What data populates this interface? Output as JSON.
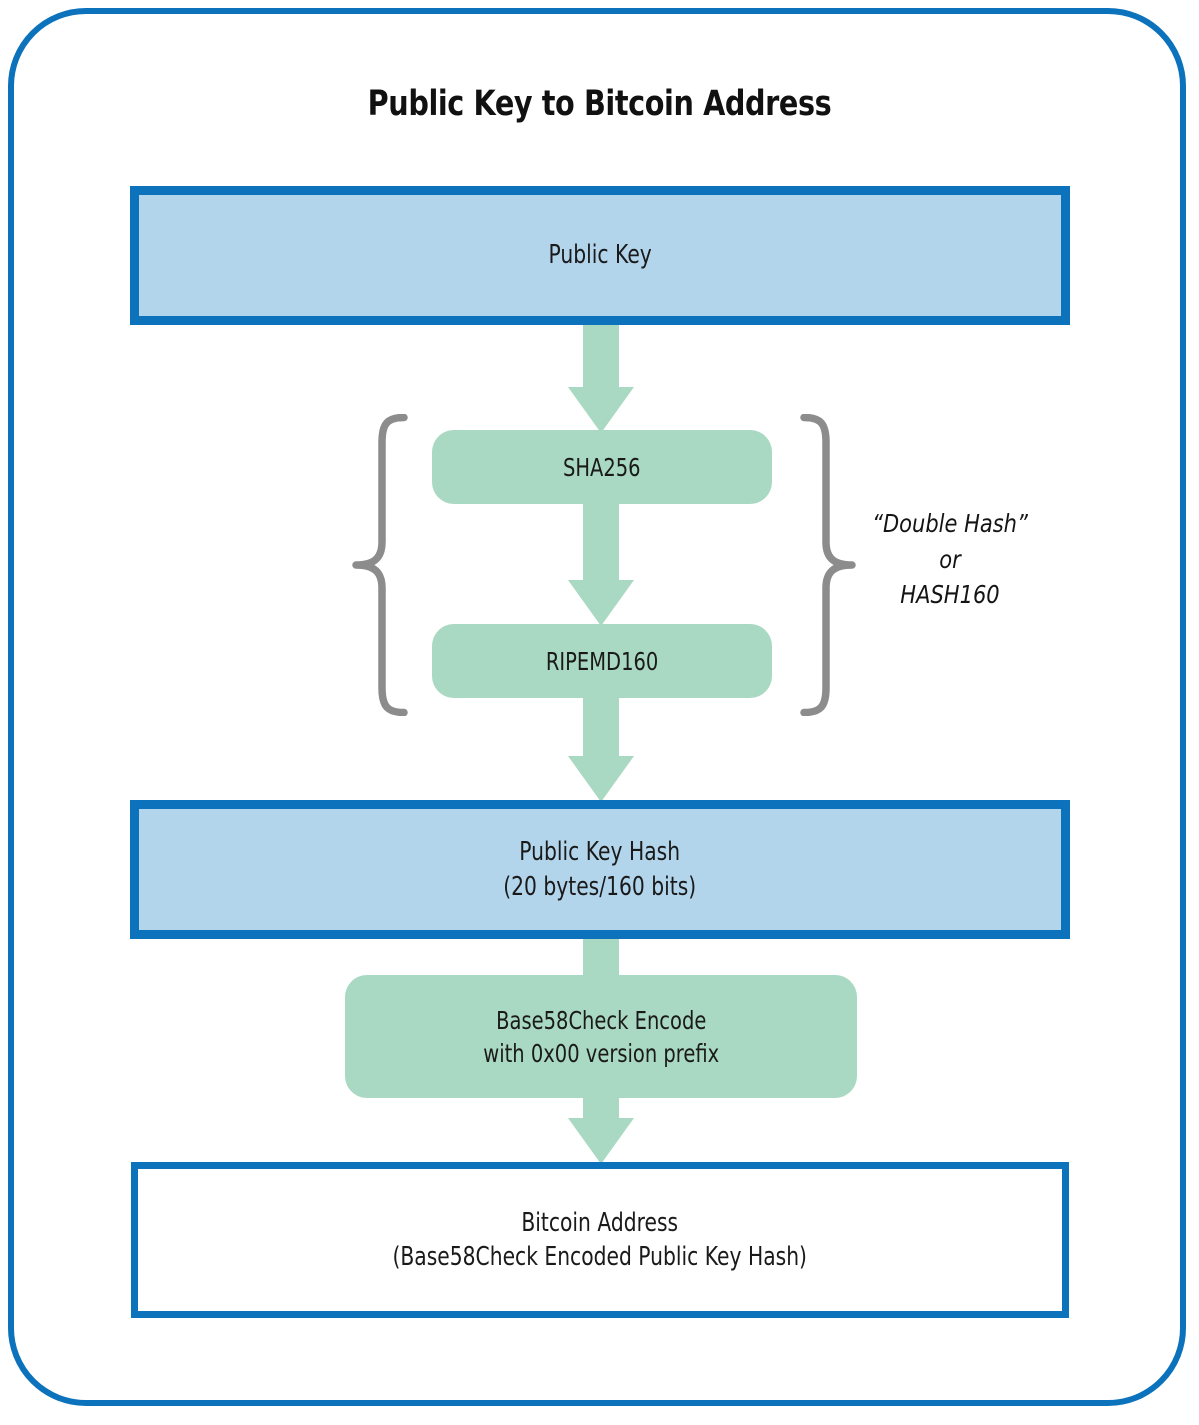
{
  "diagram": {
    "title": "Public Key to Bitcoin Address",
    "colors": {
      "frame_border": "#0b72bb",
      "blue_box_border": "#0b72bb",
      "blue_box_fill": "#b3d5ec",
      "green_fill": "#a9d9c2",
      "brace_gray": "#8c8c8c",
      "text": "#1a1a1a",
      "background": "#ffffff"
    },
    "nodes": {
      "public_key": {
        "label": "Public Key",
        "type": "data-box",
        "style": "blue-filled"
      },
      "sha256": {
        "label": "SHA256",
        "type": "process-box",
        "style": "green-rounded"
      },
      "ripemd160": {
        "label": "RIPEMD160",
        "type": "process-box",
        "style": "green-rounded"
      },
      "public_key_hash": {
        "line1": "Public Key Hash",
        "line2": "(20 bytes/160 bits)",
        "type": "data-box",
        "style": "blue-filled"
      },
      "base58check": {
        "line1": "Base58Check  Encode",
        "line2": "with 0x00 version prefix",
        "type": "process-box",
        "style": "green-rounded"
      },
      "bitcoin_address": {
        "line1": "Bitcoin Address",
        "line2": "(Base58Check Encoded Public Key Hash)",
        "type": "data-box",
        "style": "white-outlined"
      }
    },
    "annotation": {
      "line1": "“Double Hash”",
      "line2": "or",
      "line3": "HASH160"
    },
    "edges": [
      {
        "from": "public_key",
        "to": "sha256",
        "style": "green-down-arrow"
      },
      {
        "from": "sha256",
        "to": "ripemd160",
        "style": "green-down-arrow"
      },
      {
        "from": "ripemd160",
        "to": "public_key_hash",
        "style": "green-down-arrow"
      },
      {
        "from": "public_key_hash",
        "to": "base58check",
        "style": "green-down-arrow"
      },
      {
        "from": "base58check",
        "to": "bitcoin_address",
        "style": "green-down-arrow"
      }
    ],
    "braces": {
      "encloses": [
        "sha256",
        "ripemd160"
      ],
      "left": "{",
      "right": "}"
    }
  }
}
